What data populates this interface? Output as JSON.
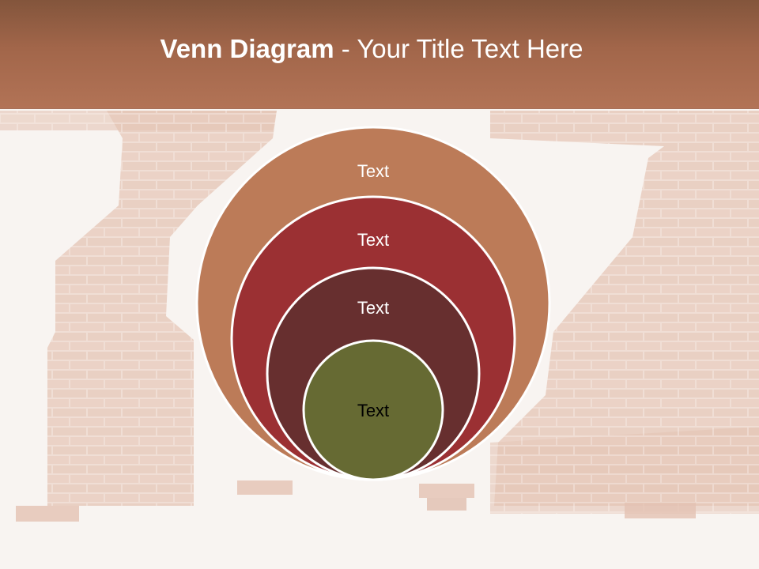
{
  "slide": {
    "title_bold": "Venn Diagram",
    "title_rest": " - Your Title Text Here"
  },
  "diagram": {
    "circles": [
      {
        "label": "Text",
        "fill": "#bc7b58",
        "text_color": "#ffffff"
      },
      {
        "label": "Text",
        "fill": "#9b3033",
        "text_color": "#ffffff"
      },
      {
        "label": "Text",
        "fill": "#672f2f",
        "text_color": "#ffffff"
      },
      {
        "label": "Text",
        "fill": "#666a33",
        "text_color": "#000000"
      }
    ]
  },
  "colors": {
    "header": "#a2664a",
    "background": "#f8f3f0",
    "circle_border": "#ffffff"
  }
}
